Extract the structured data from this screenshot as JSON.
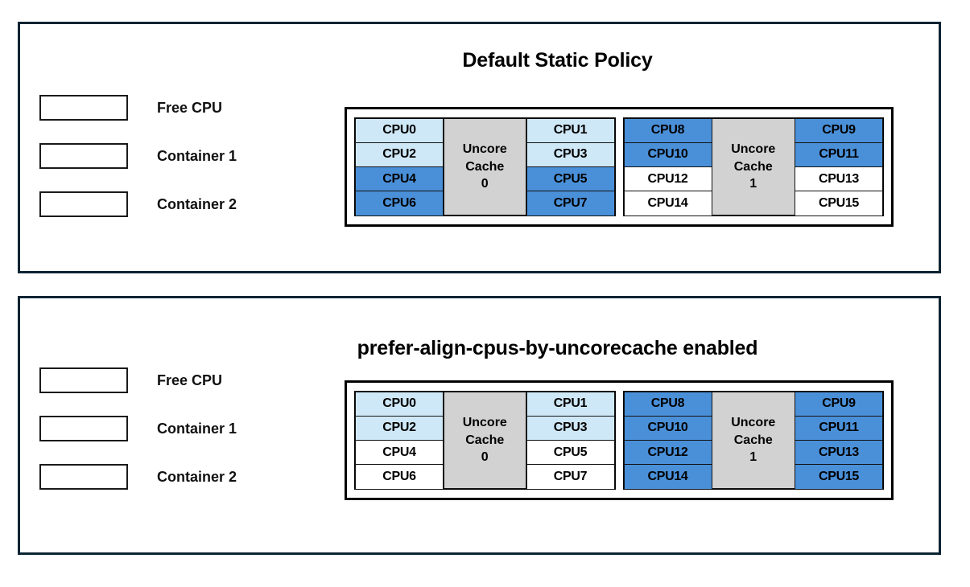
{
  "colors": {
    "panel_border": "#0a2433",
    "free_cpu": "#ffffff",
    "container_1": "#cfe8f7",
    "container_2": "#4a90d9",
    "cache_block": "#d2d2d2",
    "text": "#000000"
  },
  "legend": {
    "items": [
      {
        "label": "Free CPU",
        "swatch": "free"
      },
      {
        "label": "Container 1",
        "swatch": "c1"
      },
      {
        "label": "Container 2",
        "swatch": "c2"
      }
    ]
  },
  "panels": [
    {
      "title": "Default Static Policy",
      "groups": [
        {
          "cache_line1": "Uncore",
          "cache_line2": "Cache",
          "cache_index": "0",
          "left_column": [
            {
              "label": "CPU0",
              "state": "c1"
            },
            {
              "label": "CPU2",
              "state": "c1"
            },
            {
              "label": "CPU4",
              "state": "c2"
            },
            {
              "label": "CPU6",
              "state": "c2"
            }
          ],
          "right_column": [
            {
              "label": "CPU1",
              "state": "c1"
            },
            {
              "label": "CPU3",
              "state": "c1"
            },
            {
              "label": "CPU5",
              "state": "c2"
            },
            {
              "label": "CPU7",
              "state": "c2"
            }
          ]
        },
        {
          "cache_line1": "Uncore",
          "cache_line2": "Cache",
          "cache_index": "1",
          "left_column": [
            {
              "label": "CPU8",
              "state": "c2"
            },
            {
              "label": "CPU10",
              "state": "c2"
            },
            {
              "label": "CPU12",
              "state": "free"
            },
            {
              "label": "CPU14",
              "state": "free"
            }
          ],
          "right_column": [
            {
              "label": "CPU9",
              "state": "c2"
            },
            {
              "label": "CPU11",
              "state": "c2"
            },
            {
              "label": "CPU13",
              "state": "free"
            },
            {
              "label": "CPU15",
              "state": "free"
            }
          ]
        }
      ]
    },
    {
      "title": "prefer-align-cpus-by-uncorecache enabled",
      "groups": [
        {
          "cache_line1": "Uncore",
          "cache_line2": "Cache",
          "cache_index": "0",
          "left_column": [
            {
              "label": "CPU0",
              "state": "c1"
            },
            {
              "label": "CPU2",
              "state": "c1"
            },
            {
              "label": "CPU4",
              "state": "free"
            },
            {
              "label": "CPU6",
              "state": "free"
            }
          ],
          "right_column": [
            {
              "label": "CPU1",
              "state": "c1"
            },
            {
              "label": "CPU3",
              "state": "c1"
            },
            {
              "label": "CPU5",
              "state": "free"
            },
            {
              "label": "CPU7",
              "state": "free"
            }
          ]
        },
        {
          "cache_line1": "Uncore",
          "cache_line2": "Cache",
          "cache_index": "1",
          "left_column": [
            {
              "label": "CPU8",
              "state": "c2"
            },
            {
              "label": "CPU10",
              "state": "c2"
            },
            {
              "label": "CPU12",
              "state": "c2"
            },
            {
              "label": "CPU14",
              "state": "c2"
            }
          ],
          "right_column": [
            {
              "label": "CPU9",
              "state": "c2"
            },
            {
              "label": "CPU11",
              "state": "c2"
            },
            {
              "label": "CPU13",
              "state": "c2"
            },
            {
              "label": "CPU15",
              "state": "c2"
            }
          ]
        }
      ]
    }
  ]
}
